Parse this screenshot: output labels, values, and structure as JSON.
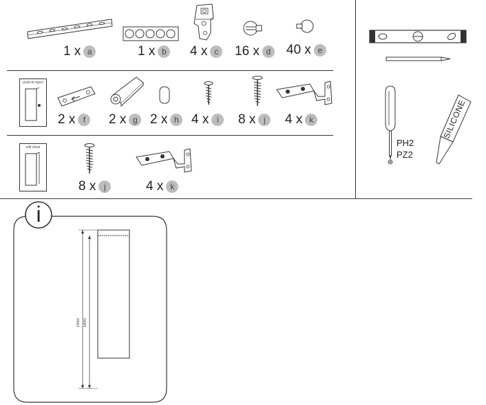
{
  "hardware_row1": [
    {
      "qty": "1 x",
      "letter": "a",
      "icon": "mounting-rail-icon"
    },
    {
      "qty": "1 x",
      "letter": "b",
      "icon": "cap-strip-icon"
    },
    {
      "qty": "4 x",
      "letter": "c",
      "icon": "wall-bracket-icon"
    },
    {
      "qty": "16 x",
      "letter": "d",
      "icon": "cam-lock-icon"
    },
    {
      "qty": "40 x",
      "letter": "e",
      "icon": "wooden-dowel-icon"
    }
  ],
  "push_to_open": {
    "mode_label": "push-to-open",
    "items": [
      {
        "qty": "2 x",
        "letter": "f",
        "icon": "mounting-plate-icon"
      },
      {
        "qty": "2 x",
        "letter": "g",
        "icon": "push-latch-icon"
      },
      {
        "qty": "2 x",
        "letter": "h",
        "icon": "bumper-pad-icon"
      },
      {
        "qty": "4 x",
        "letter": "i",
        "icon": "short-screw-icon"
      },
      {
        "qty": "8 x",
        "letter": "j",
        "icon": "screw-icon"
      },
      {
        "qty": "4 x",
        "letter": "k",
        "icon": "hinge-icon"
      }
    ]
  },
  "soft_close": {
    "mode_label": "soft close",
    "items": [
      {
        "qty": "8 x",
        "letter": "j",
        "icon": "screw-icon"
      },
      {
        "qty": "4 x",
        "letter": "k",
        "icon": "hinge-icon"
      }
    ]
  },
  "tools": {
    "screwdriver_bits": [
      "PH2",
      "PZ2"
    ],
    "silicone_label": "SILICONE",
    "icons": [
      "spirit-level-icon",
      "pencil-icon",
      "screwdriver-icon",
      "silicone-tube-icon"
    ]
  },
  "info": {
    "icon_letter": "i",
    "dim_outer": "1950",
    "dim_inner": "1890"
  },
  "colors": {
    "line": "#333333",
    "badge": "#bdbdbd"
  }
}
